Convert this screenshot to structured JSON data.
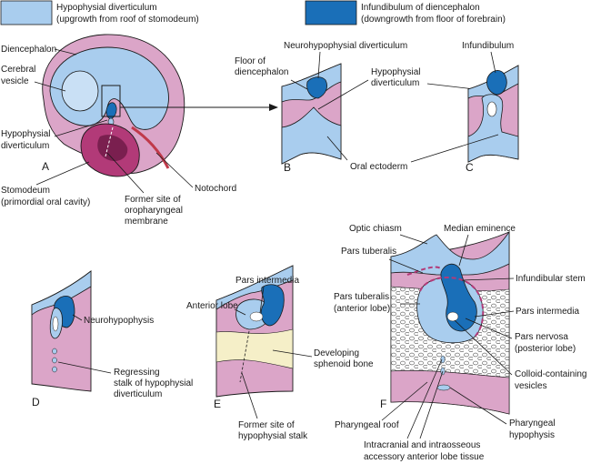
{
  "colors": {
    "light_blue": "#a9cdee",
    "dark_blue": "#1a6fb8",
    "pink": "#dba5c8",
    "magenta": "#b23a78",
    "cream": "#f5efc8",
    "red": "#c0394a"
  },
  "legend": {
    "hypophysial_title": "Hypophysial diverticulum",
    "hypophysial_sub": "(upgrowth from roof of stomodeum)",
    "infundibulum_title": "Infundibulum of diencephalon",
    "infundibulum_sub": "(downgrowth from floor of forebrain)"
  },
  "panels": {
    "a": "A",
    "b": "B",
    "c": "C",
    "d": "D",
    "e": "E",
    "f": "F"
  },
  "labels": {
    "diencephalon": "Diencephalon",
    "cerebral_vesicle_1": "Cerebral",
    "cerebral_vesicle_2": "vesicle",
    "hypophysial_div_a_1": "Hypophysial",
    "hypophysial_div_a_2": "diverticulum",
    "stomodeum_1": "Stomodeum",
    "stomodeum_2": "(primordial oral cavity)",
    "former_site_1": "Former site of",
    "former_site_2": "oropharyngeal",
    "former_site_3": "membrane",
    "notochord": "Notochord",
    "floor_dien_1": "Floor of",
    "floor_dien_2": "diencephalon",
    "neurohyp_div": "Neurohypophysial diverticulum",
    "hypophysial_div_b_1": "Hypophysial",
    "hypophysial_div_b_2": "diverticulum",
    "infundibulum": "Infundibulum",
    "oral_ectoderm": "Oral ectoderm",
    "neurohypophysis": "Neurohypophysis",
    "regressing_1": "Regressing",
    "regressing_2": "stalk of hypophysial",
    "regressing_3": "diverticulum",
    "pars_intermedia_e": "Pars intermedia",
    "anterior_lobe": "Anterior lobe",
    "developing_1": "Developing",
    "developing_2": "sphenoid bone",
    "former_stalk_1": "Former site of",
    "former_stalk_2": "hypophysial stalk",
    "optic_chiasm": "Optic chiasm",
    "median_eminence": "Median eminence",
    "pars_tuberalis": "Pars tuberalis",
    "infundibular_stem": "Infundibular stem",
    "pars_tub_ant_1": "Pars tuberalis",
    "pars_tub_ant_2": "(anterior lobe)",
    "pars_intermedia_f": "Pars intermedia",
    "pars_nervosa_1": "Pars nervosa",
    "pars_nervosa_2": "(posterior lobe)",
    "colloid_1": "Colloid-containing",
    "colloid_2": "vesicles",
    "pharyngeal_roof": "Pharyngeal roof",
    "pharyngeal_hyp_1": "Pharyngeal",
    "pharyngeal_hyp_2": "hypophysis",
    "intracranial_1": "Intracranial and intraosseous",
    "intracranial_2": "accessory anterior lobe tissue"
  }
}
